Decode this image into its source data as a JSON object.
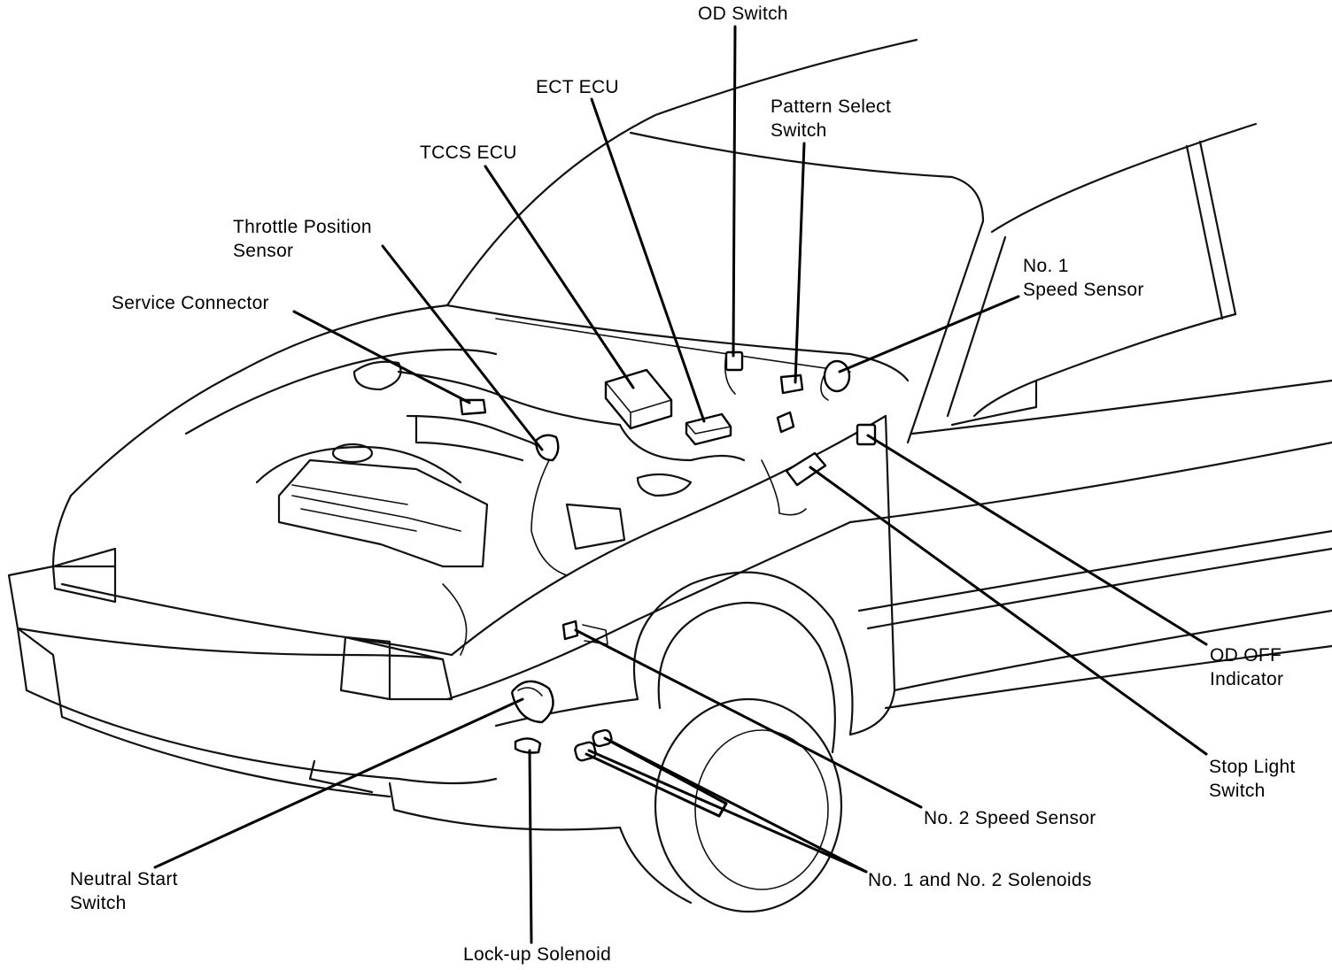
{
  "labels": {
    "od_switch": [
      "OD Switch"
    ],
    "ect_ecu": [
      "ECT ECU"
    ],
    "pattern_select_switch": [
      "Pattern Select",
      "Switch"
    ],
    "tccs_ecu": [
      "TCCS ECU"
    ],
    "throttle_position_sensor": [
      "Throttle Position",
      "Sensor"
    ],
    "no1_speed_sensor": [
      "No. 1",
      "Speed Sensor"
    ],
    "service_connector": [
      "Service Connector"
    ],
    "od_off_indicator": [
      "OD OFF",
      "Indicator"
    ],
    "stop_light_switch": [
      "Stop Light",
      "Switch"
    ],
    "no2_speed_sensor": [
      "No. 2 Speed Sensor"
    ],
    "neutral_start_switch": [
      "Neutral Start",
      "Switch"
    ],
    "solenoids": [
      "No. 1 and No. 2 Solenoids"
    ],
    "lockup_solenoid": [
      "Lock-up Solenoid"
    ]
  }
}
